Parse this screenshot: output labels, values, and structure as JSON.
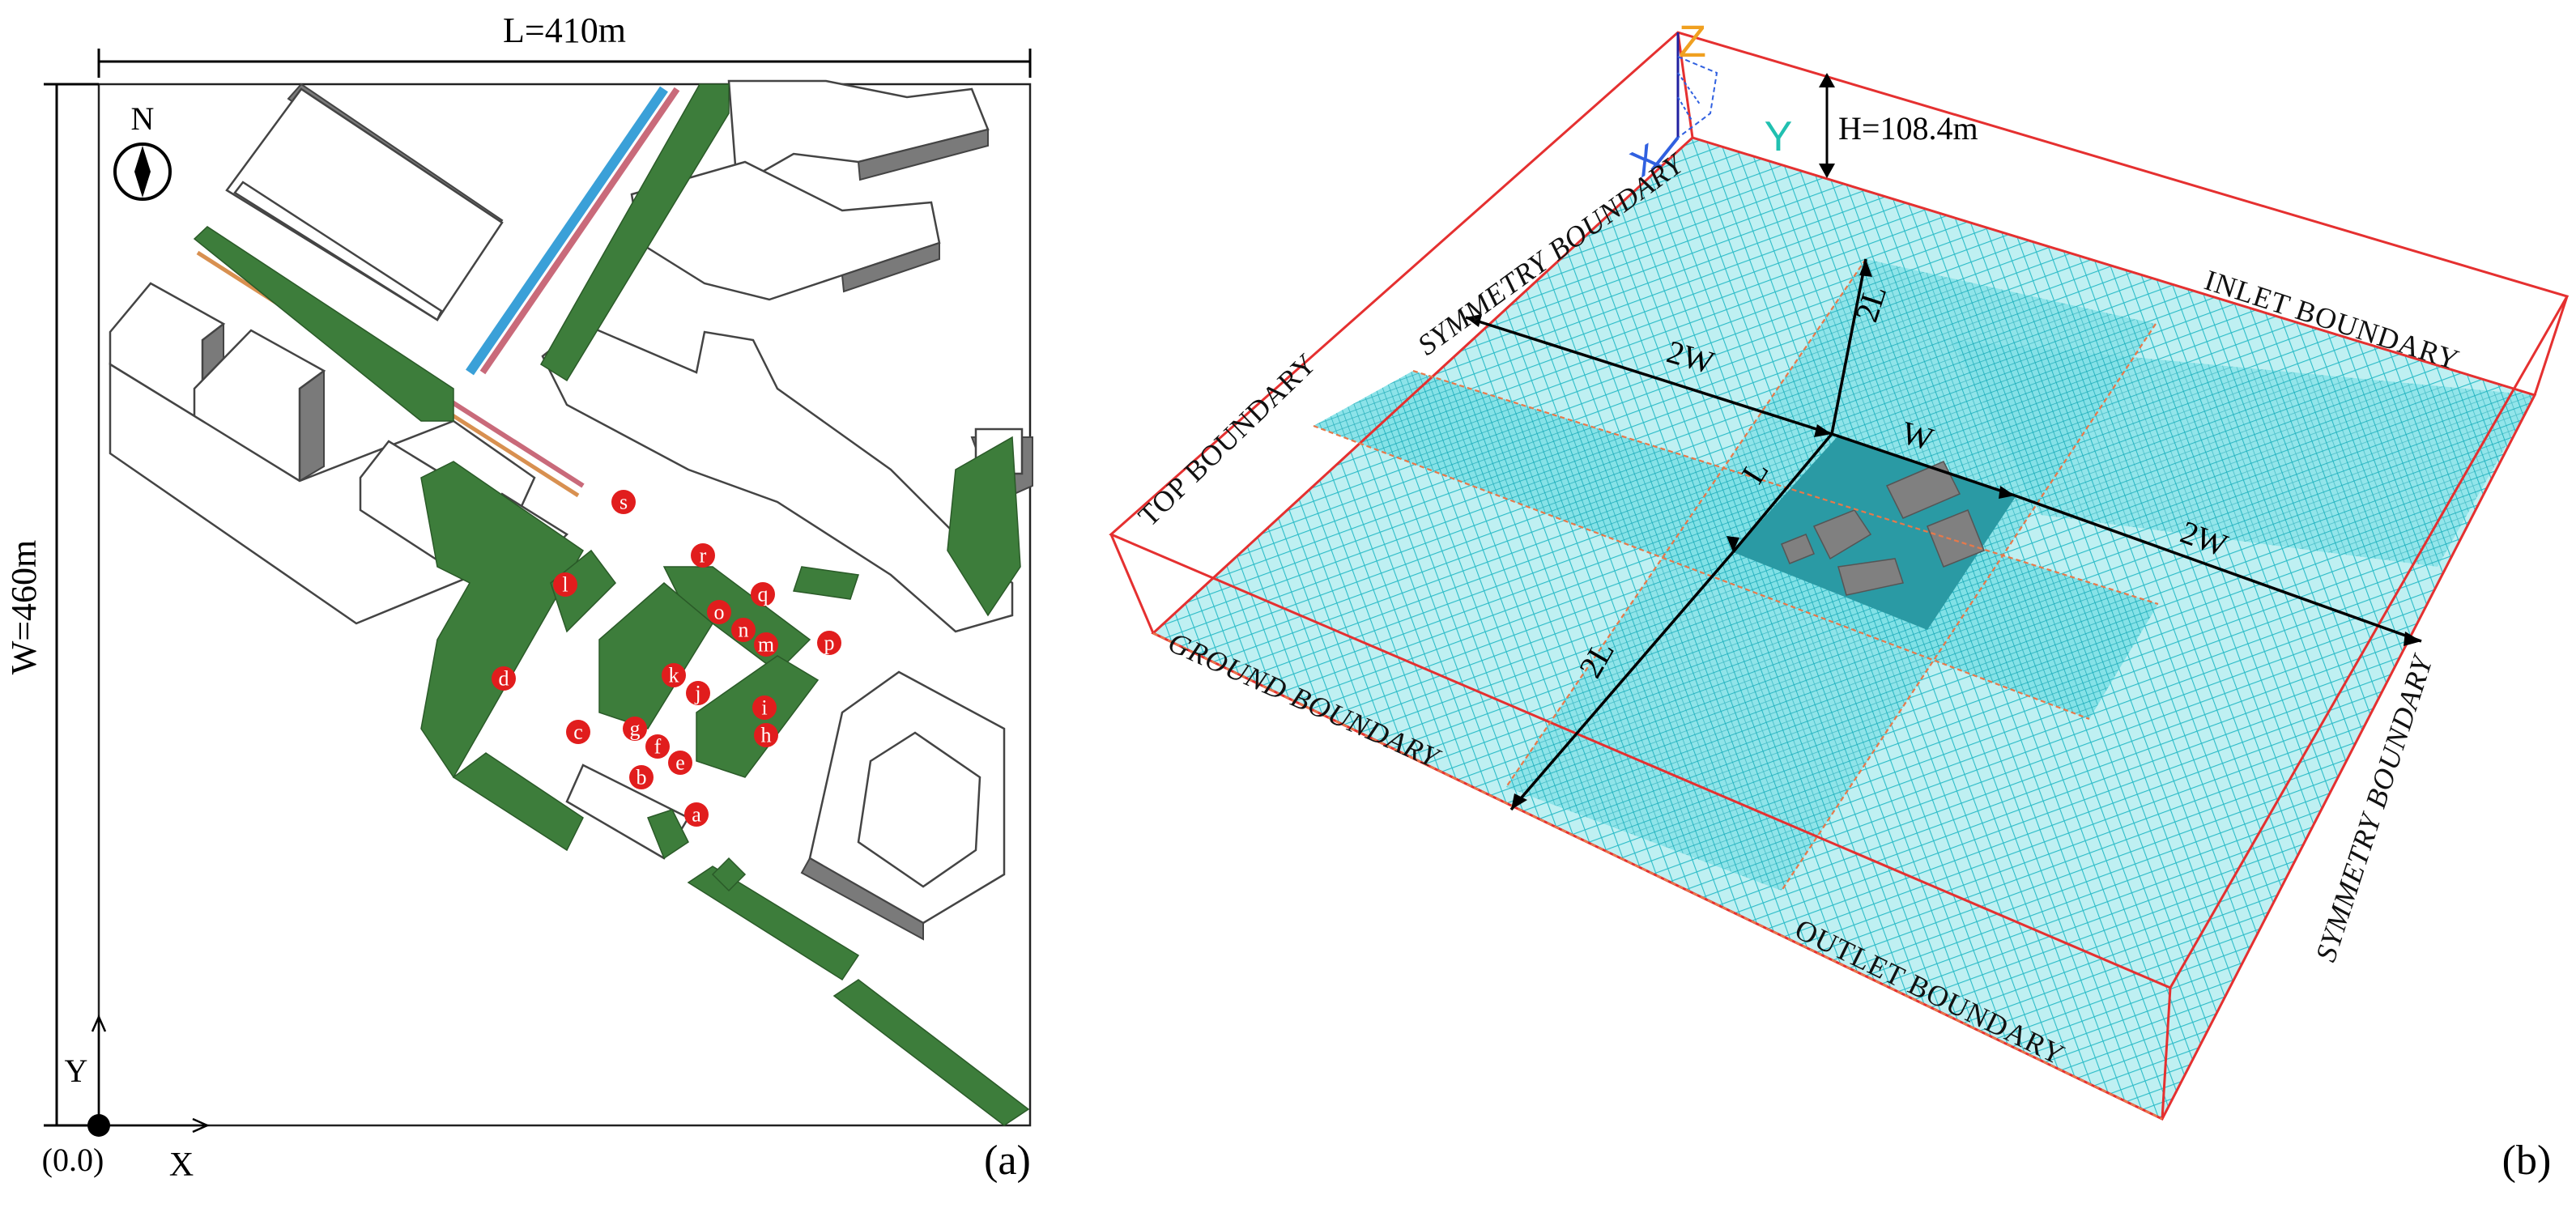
{
  "panel_a": {
    "width_label": "L=410m",
    "height_label": "W=460m",
    "north_label": "N",
    "axis_y": "Y",
    "axis_x": "X",
    "origin": "(0.0)",
    "panel_tag": "(a)",
    "points": [
      "a",
      "b",
      "c",
      "d",
      "e",
      "f",
      "g",
      "h",
      "i",
      "j",
      "k",
      "l",
      "m",
      "n",
      "o",
      "p",
      "q",
      "r",
      "s"
    ]
  },
  "panel_b": {
    "height_label": "H=108.4m",
    "axis_z": "Z",
    "axis_y": "Y",
    "axis_x": "X",
    "symmetry_top": "SYMMETRY BOUNDARY",
    "symmetry_right": "SYMMETRY BOUNDARY",
    "inlet": "INLET BOUNDARY",
    "outlet": "OUTLET BOUNDARY",
    "ground": "GROUND BOUNDARY",
    "top": "TOP BOUNDARY",
    "dim_2w_upper": "2W",
    "dim_2w_lower": "2W",
    "dim_w": "W",
    "dim_l": "L",
    "dim_2l_upper": "2L",
    "dim_2l_lower": "2L",
    "panel_tag": "(b)"
  },
  "colors": {
    "vegetation": "#3d7d3b",
    "marker": "#e11d1d",
    "mesh": "#36c8d2",
    "mesh_dense": "#1fb6c2",
    "domain_outline": "#e53030",
    "axis_z": "#f0a020",
    "axis_y": "#20c0b0",
    "axis_x": "#3060e0"
  }
}
